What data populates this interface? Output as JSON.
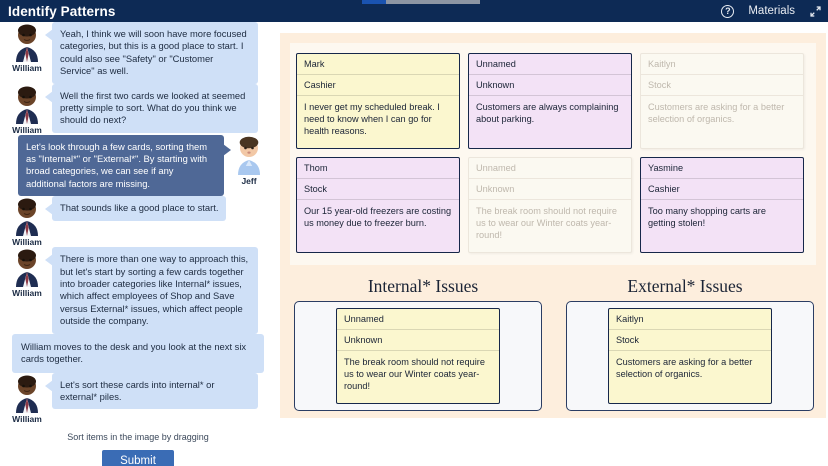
{
  "header": {
    "title": "Identify Patterns",
    "progress_percent": 20,
    "help_icon": "question-mark-circle-icon",
    "materials_label": "Materials",
    "expand_icon": "fullscreen-expand-icon"
  },
  "conversation": {
    "messages": [
      {
        "speaker": "William",
        "side": "left",
        "type": "character",
        "text": "Yeah, I think we will soon have more focused categories, but this is a good place to start. I could also see \"Safety\" or \"Customer Service\" as well."
      },
      {
        "speaker": "William",
        "side": "left",
        "type": "character",
        "text": "Well the first two cards we looked at seemed pretty simple to sort. What do you think we should do next?"
      },
      {
        "speaker": "Jeff",
        "side": "right",
        "type": "coach",
        "text": "Let's look through a few cards, sorting them as \"Internal*\" or \"External*\". By starting with broad categories, we can see if any additional factors are missing."
      },
      {
        "speaker": "William",
        "side": "left",
        "type": "character",
        "text": "That sounds like a good place to start."
      },
      {
        "speaker": "William",
        "side": "left",
        "type": "character",
        "text": "There is more than one way to approach this, but let's start by sorting a few cards together into broader categories like Internal* issues, which affect employees of Shop and Save versus External* issues, which affect people outside the company."
      },
      {
        "speaker": "",
        "side": "left",
        "type": "narration",
        "text": "William moves to the desk and you look at the next six cards together."
      },
      {
        "speaker": "William",
        "side": "left",
        "type": "character",
        "text": "Let's sort these cards into internal* or external* piles."
      }
    ]
  },
  "footer": {
    "hint": "Sort items in the image by dragging",
    "submit_label": "Submit"
  },
  "activity": {
    "source_cards": [
      {
        "name": "Mark",
        "role": "Cashier",
        "body": "I never get my scheduled break. I need to know when I can go for health reasons.",
        "color": "yellow",
        "state": "available"
      },
      {
        "name": "Unnamed",
        "role": "Unknown",
        "body": "Customers are always complaining about parking.",
        "color": "purple",
        "state": "available"
      },
      {
        "name": "Kaitlyn",
        "role": "Stock",
        "body": "Customers are asking for a better selection of organics.",
        "color": "ghost",
        "state": "placed"
      },
      {
        "name": "Thom",
        "role": "Stock",
        "body": "Our 15 year-old freezers are costing us money due to freezer burn.",
        "color": "purple",
        "state": "available"
      },
      {
        "name": "Unnamed",
        "role": "Unknown",
        "body": "The break room should not require us to wear our Winter coats year-round!",
        "color": "ghost",
        "state": "placed"
      },
      {
        "name": "Yasmine",
        "role": "Cashier",
        "body": "Too many shopping carts are getting stolen!",
        "color": "purple",
        "state": "available"
      }
    ],
    "categories": [
      {
        "heading": "Internal* Issues",
        "dropped_card": {
          "name": "Unnamed",
          "role": "Unknown",
          "body": "The break room should not require us to wear our Winter coats year-round!",
          "color": "yellow"
        }
      },
      {
        "heading": "External* Issues",
        "dropped_card": {
          "name": "Kaitlyn",
          "role": "Stock",
          "body": "Customers are asking for a better selection of organics.",
          "color": "yellow"
        }
      }
    ]
  },
  "colors": {
    "topbar": "#0d2a55",
    "progress_fill": "#1a53b0",
    "bubble_character": "#cfe0f7",
    "bubble_coach": "#4f6896",
    "submit": "#3a6cb5",
    "canvas": "#fdeedd",
    "card_yellow": "#fbf7cf",
    "card_purple": "#f3e2f6",
    "card_border": "#16274a"
  }
}
